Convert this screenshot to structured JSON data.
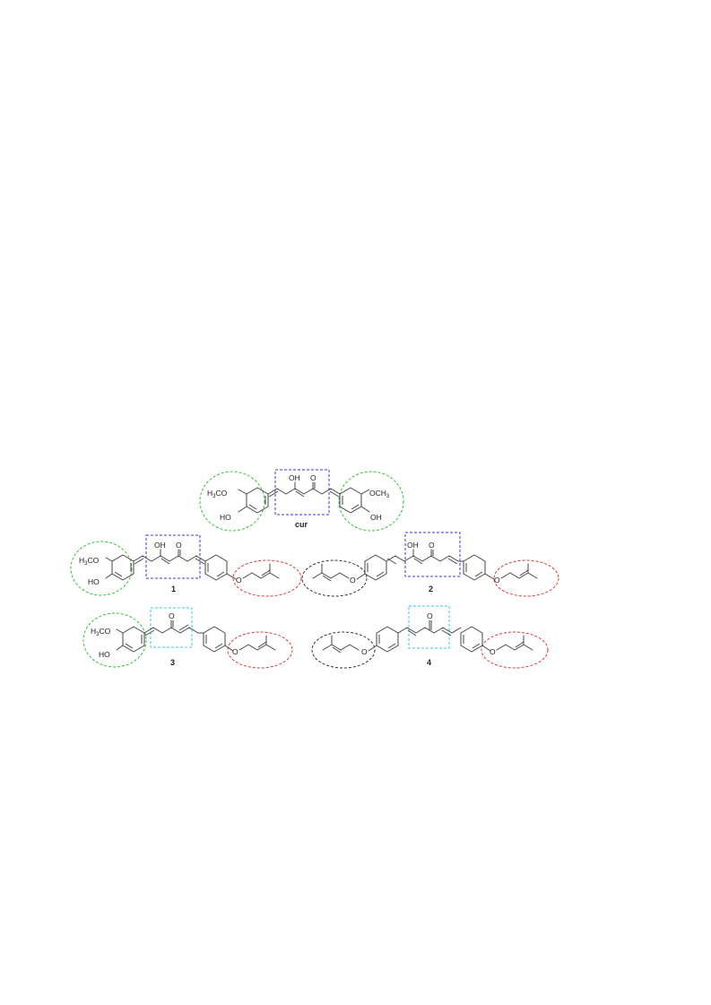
{
  "compounds": {
    "cur": {
      "caption": "cur"
    },
    "c1": {
      "caption": "1"
    },
    "c2": {
      "caption": "2"
    },
    "c3": {
      "caption": "3"
    },
    "c4": {
      "caption": "4"
    }
  },
  "atom_labels": {
    "ome_left": "H3CO",
    "ome_left_pre": "H",
    "ome_left_sub": "3",
    "ome_left_post": "CO",
    "ome_right_pre": "OCH",
    "ome_right_sub": "3",
    "oh_phenol": "HO",
    "oh_phenol_right": "OH",
    "enol_oh": "OH",
    "carbonyl_o": "O",
    "ether_o": "O"
  },
  "highlight_colors": {
    "vanillyl": "#33c433",
    "prenyloxy_right": "#e23a3a",
    "prenyloxy_left": "#333333",
    "keto_enol": "#3a3ad8",
    "enone": "#2fd0d8"
  }
}
